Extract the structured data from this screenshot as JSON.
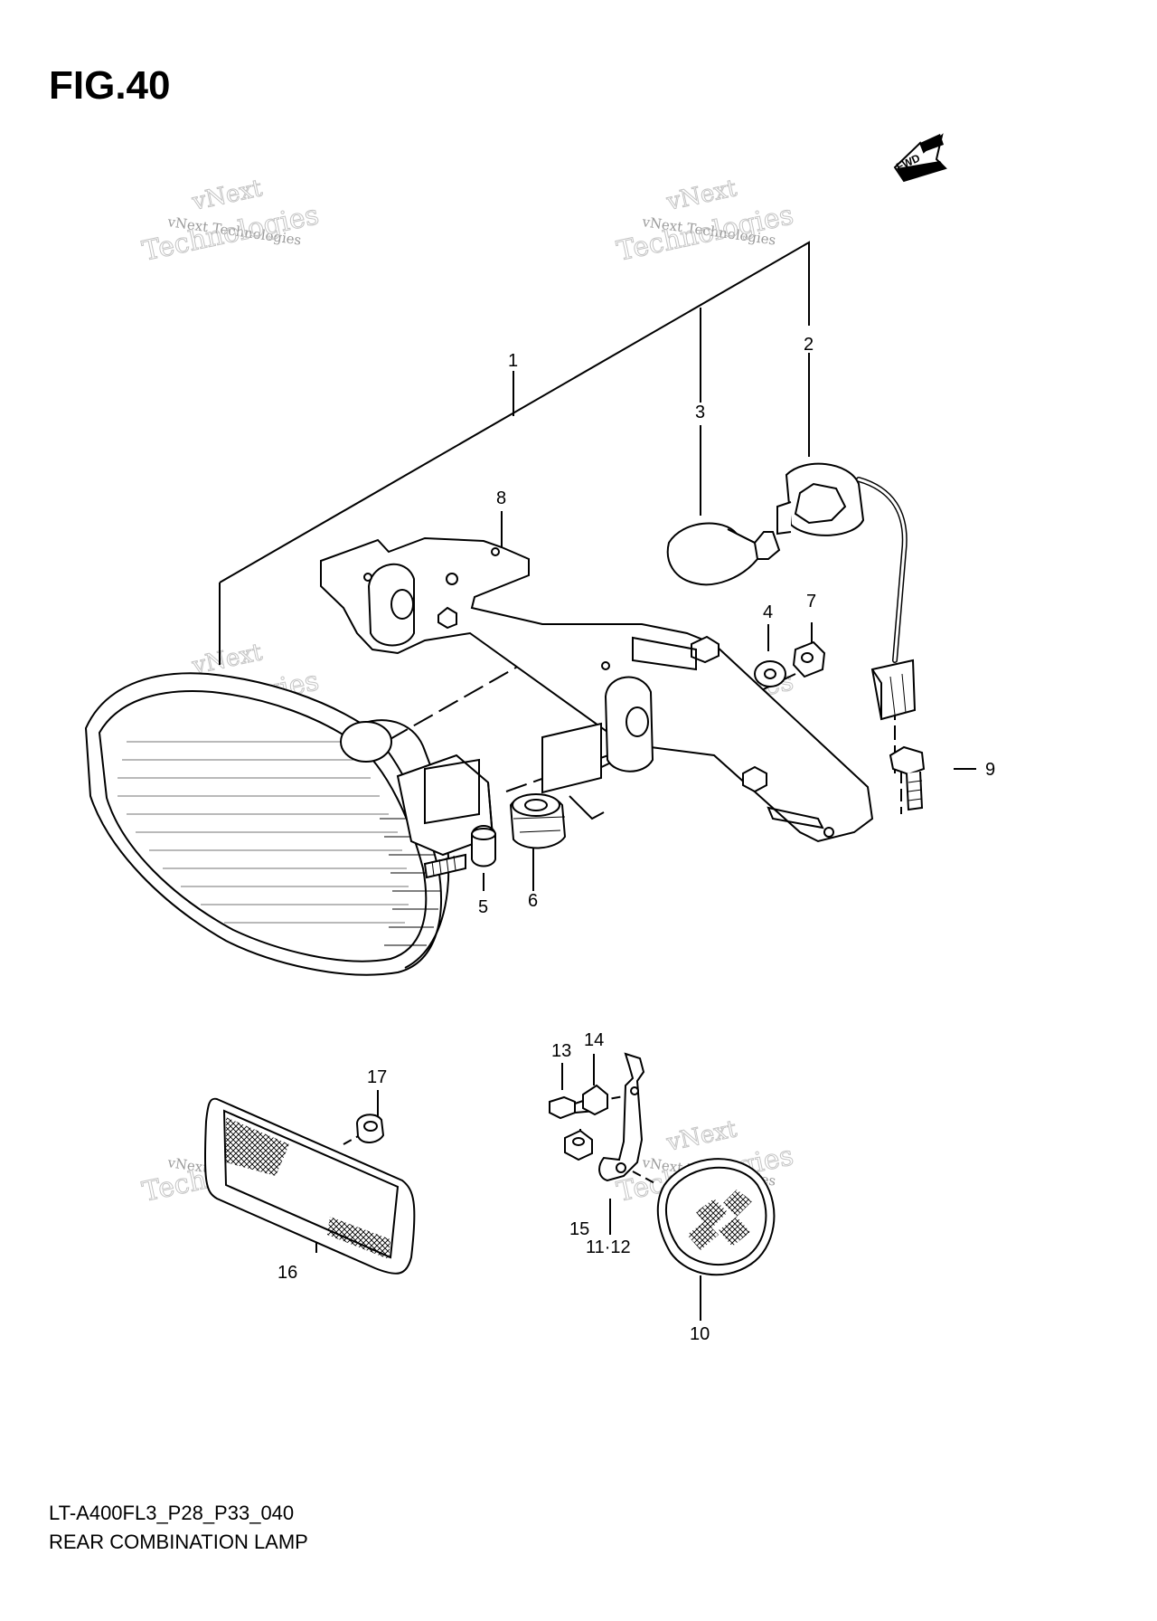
{
  "figure": {
    "title": "FIG.40",
    "model_code": "LT-A400FL3_P28_P33_040",
    "name": "REAR COMBINATION LAMP",
    "direction_tag": "FWD"
  },
  "callouts": [
    "1",
    "2",
    "3",
    "4",
    "5",
    "6",
    "7",
    "8",
    "9",
    "10",
    "11·12",
    "13",
    "14",
    "15",
    "16",
    "17"
  ],
  "watermark": {
    "line1": "vNext Technologies",
    "line2": "vNext",
    "line3": "Technologies"
  }
}
